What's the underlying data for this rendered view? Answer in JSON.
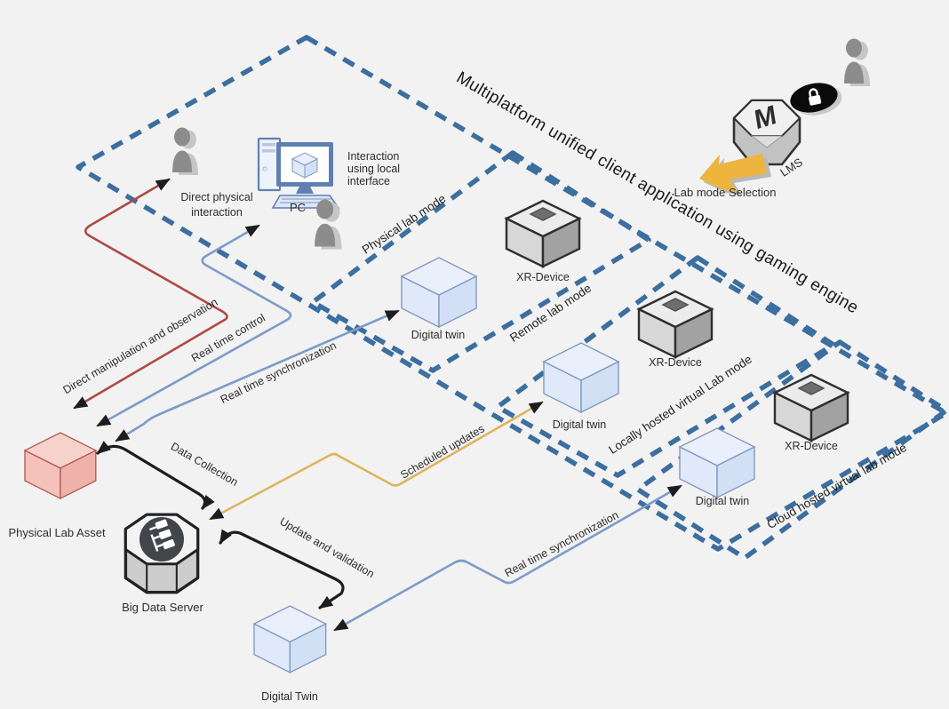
{
  "title": "Multiplatform unified client application using gaming engine",
  "colors": {
    "background": "#f2f2f2",
    "dashed_border": "#3c6e9f",
    "sync_line": "#7d9bc9",
    "physical_line": "#ae4a44",
    "scheduled_line": "#ddb45e",
    "data_line": "#1d1d1d",
    "text": "#2d2d2d"
  },
  "regions": {
    "physical": {
      "label": "Physical  lab mode"
    },
    "remote": {
      "label": "Remote lab mode"
    },
    "local_virtual": {
      "label": "Locally hosted virtual Lab mode"
    },
    "cloud_virtual": {
      "label": "Cloud hosted virtual lab mode"
    }
  },
  "nodes": {
    "direct_physical_interaction": {
      "line1": "Direct physical",
      "line2": "interaction"
    },
    "pc": {
      "label": "PC"
    },
    "local_interface_note": {
      "line1": "Interaction",
      "line2": "using local",
      "line3": "interface"
    },
    "physical_lab_asset": {
      "label": "Physical Lab Asset"
    },
    "big_data_server": {
      "label": "Big Data Server"
    },
    "digital_twin_physical": {
      "label": "Digital twin"
    },
    "digital_twin_remote": {
      "label": "Digital twin"
    },
    "digital_twin_local": {
      "label": "Digital twin"
    },
    "digital_twin_bottom": {
      "label": "Digital Twin"
    },
    "xr_device_physical": {
      "label": "XR-Device"
    },
    "xr_device_remote": {
      "label": "XR-Device"
    },
    "xr_device_cloud": {
      "label": "XR-Device"
    },
    "lms": {
      "label": "LMS"
    },
    "lab_mode_selection": {
      "label": "Lab mode Selection"
    }
  },
  "connections": {
    "direct_manipulation": {
      "label": "Direct manipulation and observation"
    },
    "real_time_control": {
      "label": "Real time control"
    },
    "real_time_sync_physical": {
      "label": "Real time synchronization"
    },
    "data_collection": {
      "label": "Data Collection"
    },
    "scheduled_updates": {
      "label": "Scheduled updates"
    },
    "update_validation": {
      "label": "Update and validation"
    },
    "real_time_sync_local": {
      "label": "Real time synchronization"
    }
  }
}
